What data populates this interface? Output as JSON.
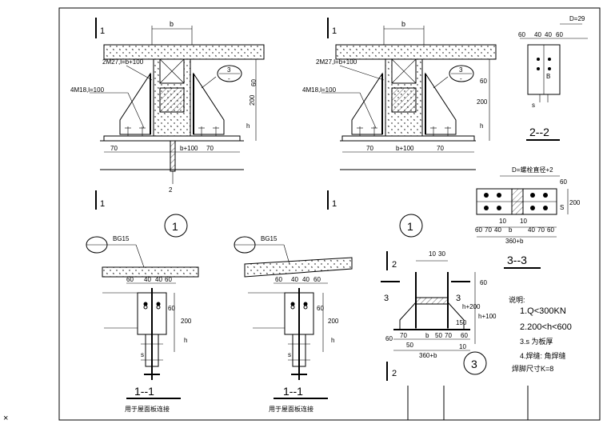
{
  "drawing": {
    "view1": {
      "top_mark": "1",
      "bottom_mark": "1",
      "width_label": "b",
      "bolt_label_a": "2M27,l=b+100",
      "bolt_label_b": "4M18,l=100",
      "callout_num": "3",
      "callout_den": "-",
      "dim_60": "60",
      "dim_200": "200",
      "dim_h": "h",
      "dim_left": "70",
      "dim_mid": "b+100",
      "dim_right": "70",
      "section_2": "2",
      "circle_label": "1"
    },
    "view2": {
      "top_mark": "1",
      "bottom_mark": "1",
      "width_label": "b",
      "bolt_label_a": "2M27,l=b+100",
      "bolt_label_b": "4M18,l=100",
      "callout_num": "3",
      "callout_den": "-",
      "dim_60": "60",
      "dim_200": "200",
      "dim_h": "h",
      "dim_left": "70",
      "dim_mid": "b+100",
      "dim_right": "70",
      "circle_label": "1"
    },
    "section_2_2": {
      "d_label": "D=29",
      "top_dims": [
        "60",
        "40",
        "40",
        "60"
      ],
      "b_label": "B",
      "s_label": "s",
      "title": "2--2"
    },
    "section_3_3": {
      "d_label": "D=螺栓直径+2",
      "right_dims": [
        "60",
        "200"
      ],
      "s_label": "S",
      "bottom_dims_top": [
        "10",
        "10"
      ],
      "bottom_dims": [
        "60",
        "70",
        "40",
        "b",
        "40",
        "70",
        "60"
      ],
      "total": "360+b",
      "title": "3--3"
    },
    "section_1_1_left": {
      "tag": "BG15",
      "top_dims": [
        "60",
        "40",
        "40",
        "60"
      ],
      "right_dims": [
        "60",
        "200",
        "h"
      ],
      "s_label": "s",
      "title": "1--1",
      "caption": "用于屋面板连接"
    },
    "section_1_1_right": {
      "tag": "BG15",
      "top_dims": [
        "60",
        "40",
        "40",
        "60"
      ],
      "right_dims": [
        "60",
        "200",
        "h"
      ],
      "s_label": "s",
      "title": "1--1",
      "caption": "用于屋面板连接"
    },
    "detail_3": {
      "top_mark": "2",
      "bottom_mark": "2",
      "side_left": "3",
      "side_right": "3",
      "top_dims": [
        "10",
        "30"
      ],
      "right_dims": [
        "60",
        "h+200",
        "150",
        "h+100",
        "10"
      ],
      "bottom_dims": [
        "60",
        "70",
        "b",
        "50",
        "70",
        "60"
      ],
      "inner_50": "50",
      "total": "360+b",
      "circle_label": "3"
    },
    "notes": {
      "heading": "说明:",
      "items": [
        "1.Q<300KN",
        "2.200<h<600",
        "3.s  为板厚",
        "4.焊缝: 角焊缝",
        "  焊脚尺寸K=8"
      ]
    }
  }
}
